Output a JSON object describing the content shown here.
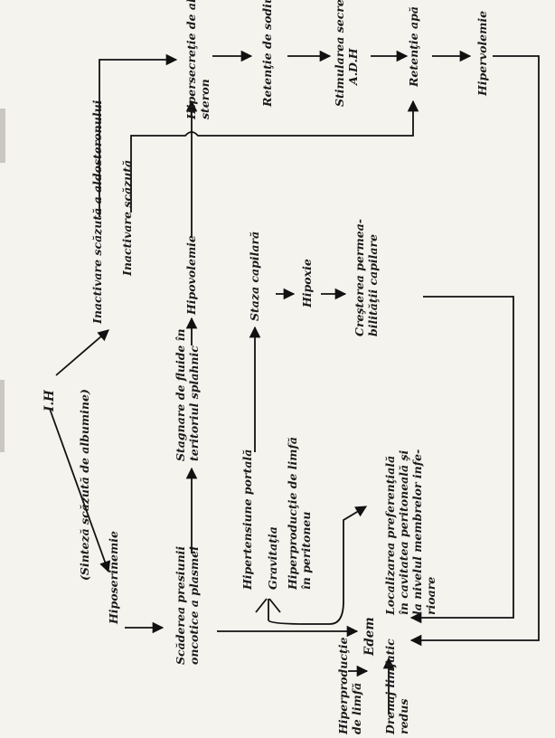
{
  "nodes": {
    "ih": "I.H",
    "sinteza": "(Sinteză scăzută de albumine)",
    "inactivare_aldo": "Inactivare scăzută a aldosteronului",
    "inactivare": "Inactivare scăzută",
    "hiposerinemie": "Hiposerinemie",
    "scadere": [
      "Scăderea presiunii",
      "oncotice a plasmei"
    ],
    "stagnare": [
      "Stagnare de fluide în",
      "teritoriul splahnic"
    ],
    "hipovolemie": "Hipovolemie",
    "hipersecretie": [
      "Hipersecreţie de aldo-",
      "steron"
    ],
    "retentie_sodiu": "Retenţie de sodiu",
    "stimulare": [
      "Stimularea secreţiei",
      "A.D.H"
    ],
    "retentie_apa": "Retenţie apă",
    "hipervolemie": "Hipervolemie",
    "staza": "Staza capilară",
    "hipoxie": "Hipoxie",
    "crestere": [
      "Creşterea permea-",
      "bilităţii capilare"
    ],
    "hipertensiune": "Hipertensiune portală",
    "gravitatia": "Gravitaţia",
    "hiperproductie_limfa": [
      "Hiperproducţie de limfă",
      "în peritoneu"
    ],
    "localizare": [
      "Localizarea preferenţială",
      "în cavitatea peritoneală şi",
      "la nivelul membrelor infe-",
      "rioare"
    ],
    "edem": "Edem",
    "hiperproductie_edem": [
      "Hiperproducţie",
      "de limfă"
    ],
    "drenaj": [
      "Drenaj limfatic",
      "redus"
    ]
  }
}
